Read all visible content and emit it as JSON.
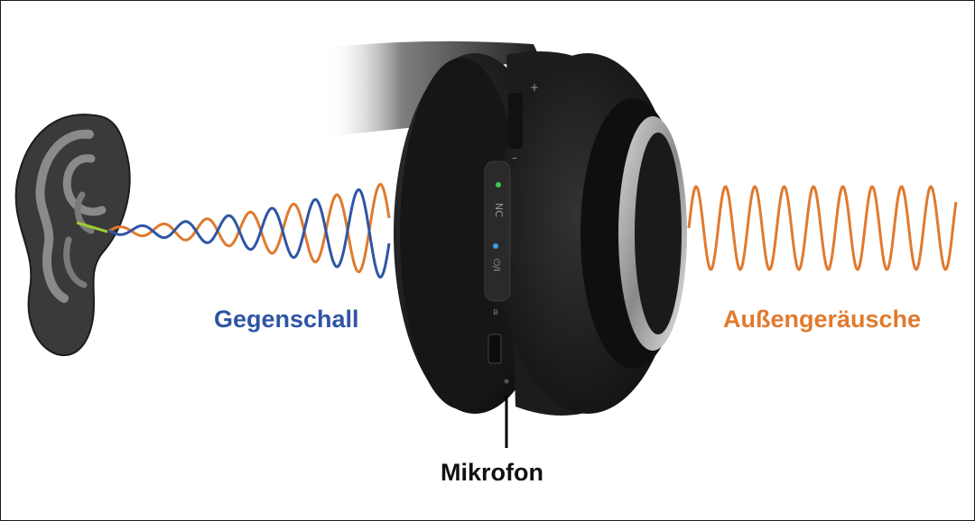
{
  "labels": {
    "counter_sound": "Gegenschall",
    "ambient_noise": "Außengeräusche",
    "microphone": "Mikrofon"
  },
  "headphone": {
    "button_nc": "NC",
    "button_power": "⏻/I",
    "volume_plus": "+",
    "volume_minus": "–"
  },
  "colors": {
    "counter_wave": "#2f55a4",
    "noise_wave": "#e07a2e",
    "ear": "#3a3a3a",
    "ear_inner": "#7c7c7c",
    "headphone_body": "#1e1e1e",
    "led_nc": "#3cc85a",
    "led_power": "#3aa0e8",
    "cable_tip": "#9acd32"
  },
  "icons": [
    "ear-illustration",
    "headphone-illustration",
    "bluetooth-icon",
    "usb-port-icon"
  ]
}
